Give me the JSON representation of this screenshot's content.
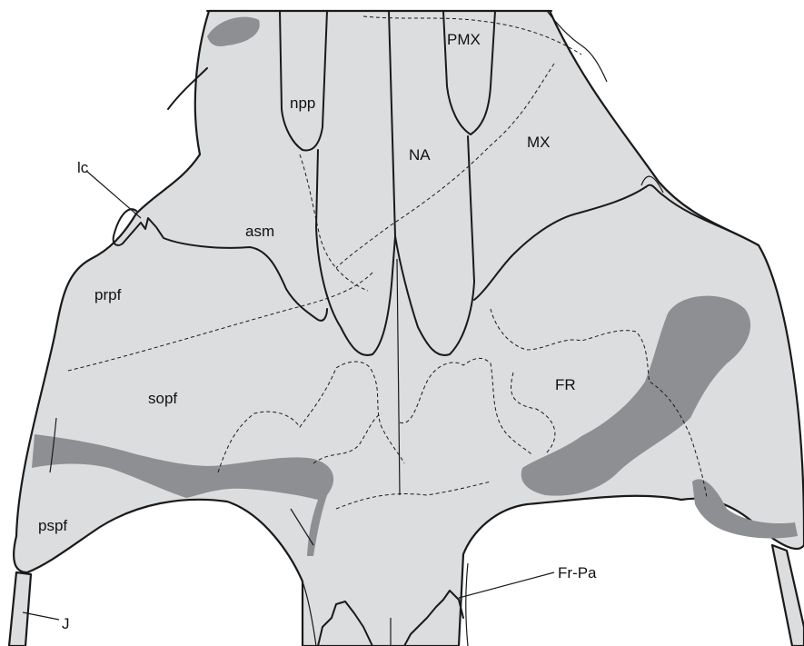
{
  "labels": {
    "pmx": "PMX",
    "npp": "npp",
    "na": "NA",
    "mx": "MX",
    "lc": "lc",
    "asm": "asm",
    "prpf": "prpf",
    "sopf": "sopf",
    "fr": "FR",
    "pspf": "pspf",
    "fr_pa": "Fr-Pa",
    "j": "J"
  },
  "colors": {
    "bone": "#dcdddf",
    "matrix": "#8e8f92",
    "outline": "#1a1a1a"
  }
}
